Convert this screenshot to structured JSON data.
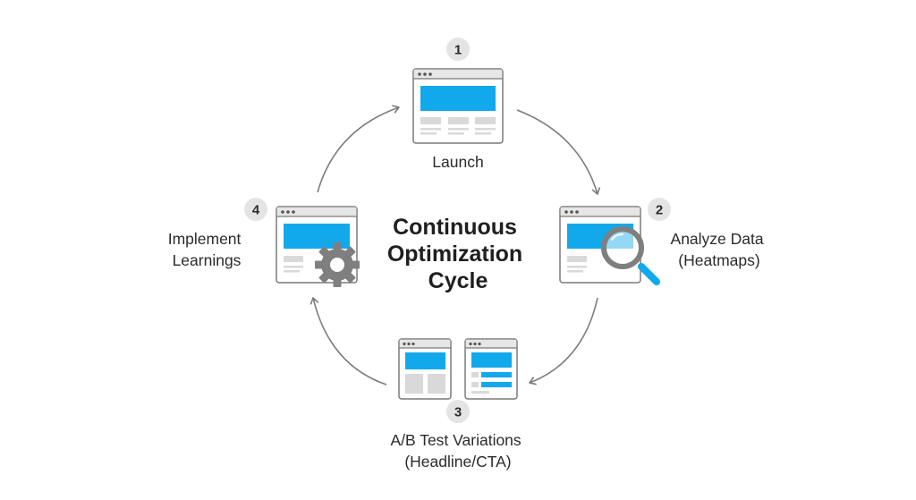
{
  "title_lines": [
    "Continuous",
    "Optimization",
    "Cycle"
  ],
  "steps": [
    {
      "number": "1",
      "label_lines": [
        "Launch"
      ],
      "icon": "browser-window-icon"
    },
    {
      "number": "2",
      "label_lines": [
        "Analyze Data",
        "(Heatmaps)"
      ],
      "icon": "magnifying-glass-icon"
    },
    {
      "number": "3",
      "label_lines": [
        "A/B Test Variations",
        "(Headline/CTA)"
      ],
      "icon": "ab-test-windows-icon"
    },
    {
      "number": "4",
      "label_lines": [
        "Implement",
        "Learnings"
      ],
      "icon": "gear-icon"
    }
  ],
  "colors": {
    "accent": "#12a9ec",
    "window_frame": "#7a7a7a",
    "window_bar": "#e6e6e6",
    "placeholder": "#d9d9d9",
    "badge": "#e4e4e4",
    "arrow": "#7b7b7b",
    "gear": "#7f7f7f",
    "text": "#2b2b2b"
  }
}
